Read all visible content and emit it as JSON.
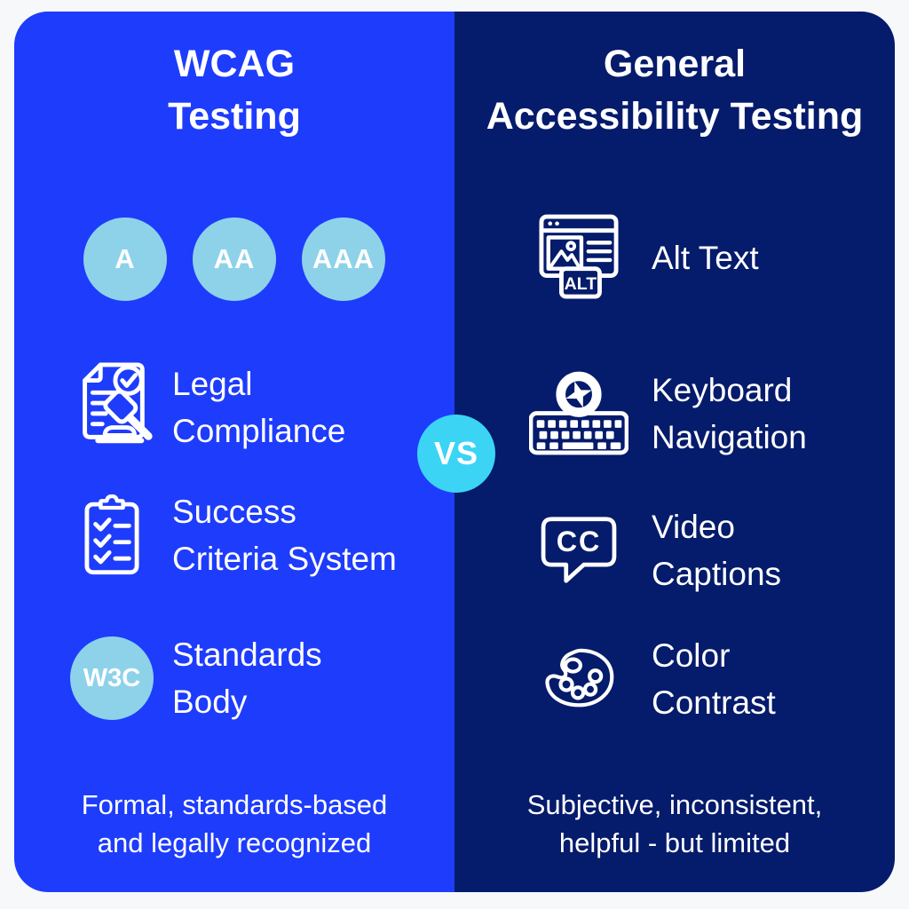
{
  "colors": {
    "page_bg": "#f7f8fa",
    "left_panel_bg": "#1e3cfc",
    "right_panel_bg": "#051b6b",
    "level_badge_bg": "#8ed2ea",
    "vs_badge_bg": "#3bd4f5",
    "text": "#ffffff"
  },
  "vs_label": "VS",
  "left": {
    "title_line1": "WCAG",
    "title_line2": "Testing",
    "badges": [
      {
        "label": "A"
      },
      {
        "label": "AA"
      },
      {
        "label": "AAA"
      }
    ],
    "items": [
      {
        "icon": "legal-compliance-gavel-icon",
        "line1": "Legal",
        "line2": "Compliance"
      },
      {
        "icon": "success-criteria-clipboard-icon",
        "line1": "Success",
        "line2": "Criteria System"
      },
      {
        "icon": "w3c-badge",
        "badge_label": "W3C",
        "line1": "Standards",
        "line2": "Body"
      }
    ],
    "footer_line1": "Formal, standards-based",
    "footer_line2": "and legally recognized"
  },
  "right": {
    "title_line1": "General",
    "title_line2": "Accessibility Testing",
    "items": [
      {
        "icon": "alt-text-browser-icon",
        "badge_label": "ALT",
        "line1": "Alt Text",
        "line2": ""
      },
      {
        "icon": "keyboard-navigation-icon",
        "line1": "Keyboard",
        "line2": "Navigation"
      },
      {
        "icon": "video-captions-cc-icon",
        "badge_label": "CC",
        "line1": "Video",
        "line2": "Captions"
      },
      {
        "icon": "color-contrast-palette-icon",
        "line1": "Color",
        "line2": "Contrast"
      }
    ],
    "footer_line1": "Subjective, inconsistent,",
    "footer_line2": "helpful - but limited"
  }
}
